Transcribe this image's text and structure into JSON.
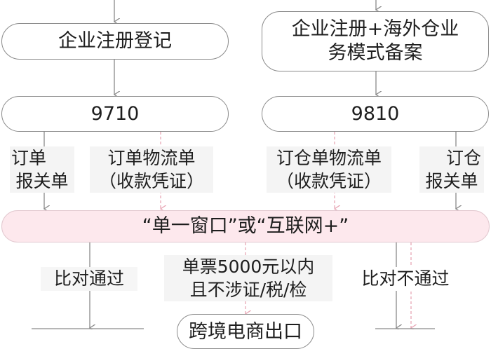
{
  "diagram": {
    "colors": {
      "line": "#8a8a8a",
      "dashed_line": "#e8a7b5",
      "highlight_fill": "#fde8ed",
      "label_bg": "#f4f4f4"
    },
    "nodes": {
      "left_register": "企业注册登记",
      "right_register_line1": "企业注册+海外仓业",
      "right_register_line2": "务模式备案",
      "code_9710": "9710",
      "code_9810": "9810",
      "single_window": "“单一窗口”或“互联网+”",
      "bottom_center": "跨境电商出口"
    },
    "edge_labels": {
      "left_a_line1": "订单",
      "left_a_line2": "报关单",
      "left_b_line1": "订单物流单",
      "left_b_line2": "（收款凭证）",
      "right_a_line1": "订仓单物流单",
      "right_a_line2": "（收款凭证）",
      "right_b_line1": "订仓",
      "right_b_line2": "报关单",
      "pass": "比对通过",
      "simplified_line1": "单票5000元以内",
      "simplified_line2": "且不涉证/税/检",
      "fail": "比对不通过"
    }
  }
}
